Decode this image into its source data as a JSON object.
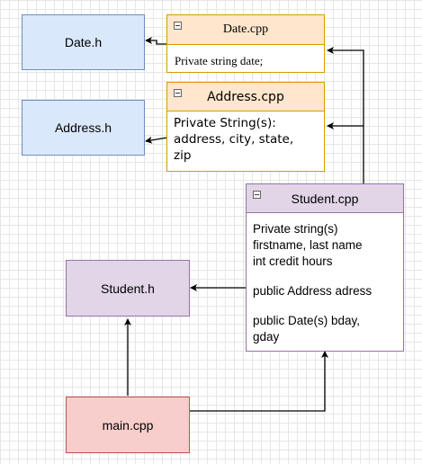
{
  "nodes": {
    "date_h": {
      "label": "Date.h"
    },
    "address_h": {
      "label": "Address.h"
    },
    "student_h": {
      "label": "Student.h"
    },
    "main_cpp": {
      "label": "main.cpp"
    },
    "date_cpp": {
      "title": "Date.cpp",
      "lines": [
        "Private string date;"
      ]
    },
    "address_cpp": {
      "title": "Address.cpp",
      "lines": [
        "Private String(s):",
        "address, city, state,",
        "zip"
      ]
    },
    "student_cpp": {
      "title": "Student.cpp",
      "lines": [
        "Private string(s)",
        "firstname, last name",
        "int credit hours",
        "public Address adress",
        "public Date(s) bday,",
        "gday"
      ]
    }
  },
  "colors": {
    "blue_fill": "#dae8fc",
    "blue_stroke": "#6c8ebf",
    "orange_fill": "#ffe6cc",
    "orange_stroke": "#d79b00",
    "purple_fill": "#e1d5e7",
    "purple_stroke": "#9673a6",
    "red_fill": "#f8cecc",
    "red_stroke": "#b85450",
    "edge": "#000000"
  }
}
